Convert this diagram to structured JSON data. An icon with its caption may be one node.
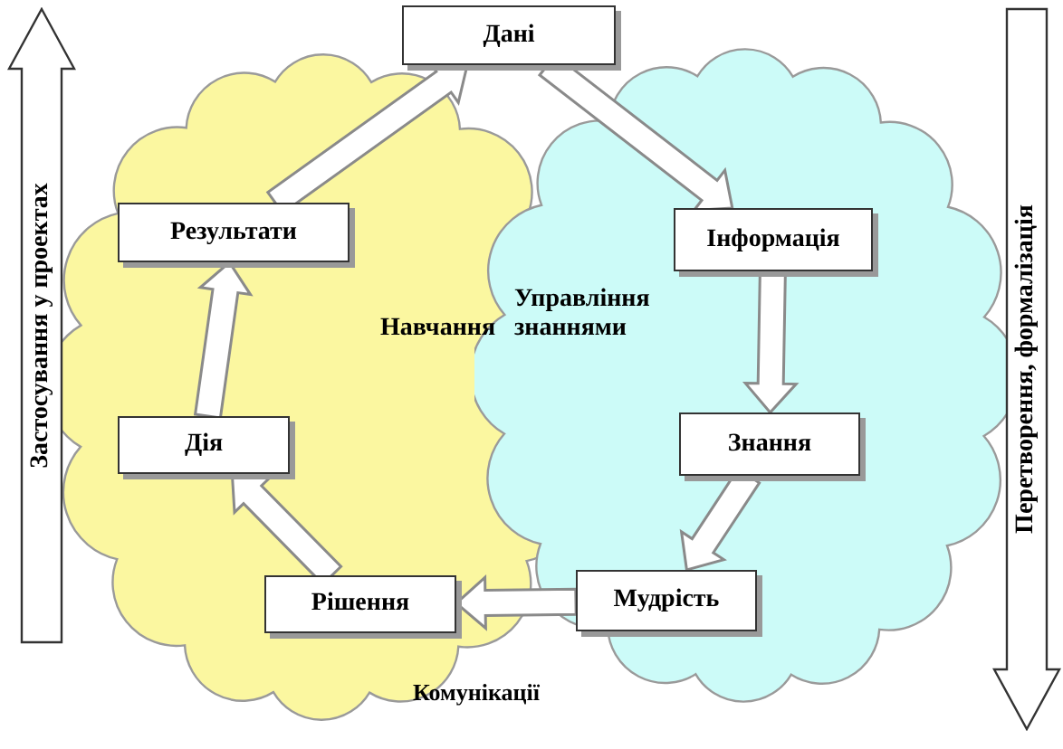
{
  "diagram": {
    "nodes": [
      {
        "text": [
          "Навчання"
        ]
      },
      {
        "text": [
          "Управління знаннями"
        ]
      },
      {
        "text": [
          "Дані"
        ]
      },
      {
        "text": [
          "Результати"
        ],
        "in": 0
      },
      {
        "text": [
          "Інформація"
        ],
        "in": 1
      },
      {
        "text": [
          "Дія"
        ],
        "in": 0
      },
      {
        "text": [
          "Знання"
        ],
        "in": 1
      },
      {
        "text": [
          "Рішення"
        ],
        "in": 0
      },
      {
        "text": [
          "Мудрість"
        ],
        "in": 1
      }
    ],
    "edges": [
      {
        "from": 2,
        "to": 4,
        "arrow": "to"
      },
      {
        "from": 4,
        "to": 6,
        "arrow": "to"
      },
      {
        "from": 6,
        "to": 8,
        "arrow": "to"
      },
      {
        "from": 8,
        "to": 7,
        "arrow": "to"
      },
      {
        "from": 7,
        "to": 5,
        "arrow": "to"
      },
      {
        "from": 5,
        "to": 3,
        "arrow": "to"
      },
      {
        "from": 3,
        "to": 2,
        "arrow": "to"
      }
    ],
    "labels": [
      "Застосування у проектах",
      "Перетворення, формалізація",
      "Комунікації"
    ]
  }
}
